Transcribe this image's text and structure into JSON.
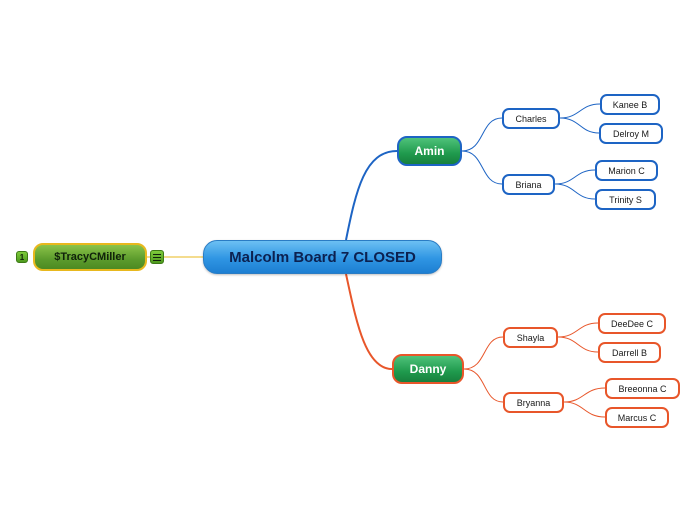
{
  "central": {
    "label": "Malcolm Board 7 CLOSED"
  },
  "floating": {
    "label": "$TracyCMiller",
    "badge_number": "1",
    "menu_icon": "notes-icon"
  },
  "branches": [
    {
      "label": "Amin",
      "color": "#1d64c4",
      "children": [
        {
          "label": "Charles",
          "children": [
            "Kanee B",
            "Delroy M"
          ]
        },
        {
          "label": "Briana",
          "children": [
            "Marion C",
            "Trinity S"
          ]
        }
      ]
    },
    {
      "label": "Danny",
      "color": "#e8562a",
      "children": [
        {
          "label": "Shayla",
          "children": [
            "DeeDee C",
            "Darrell B"
          ]
        },
        {
          "label": "Bryanna",
          "children": [
            "Breeonna C",
            "Marcus C"
          ]
        }
      ]
    }
  ],
  "colors": {
    "floating_link": "#e8b81e",
    "central_fill": "#2f95e3",
    "node_fill_green": "#1f9a4d"
  }
}
